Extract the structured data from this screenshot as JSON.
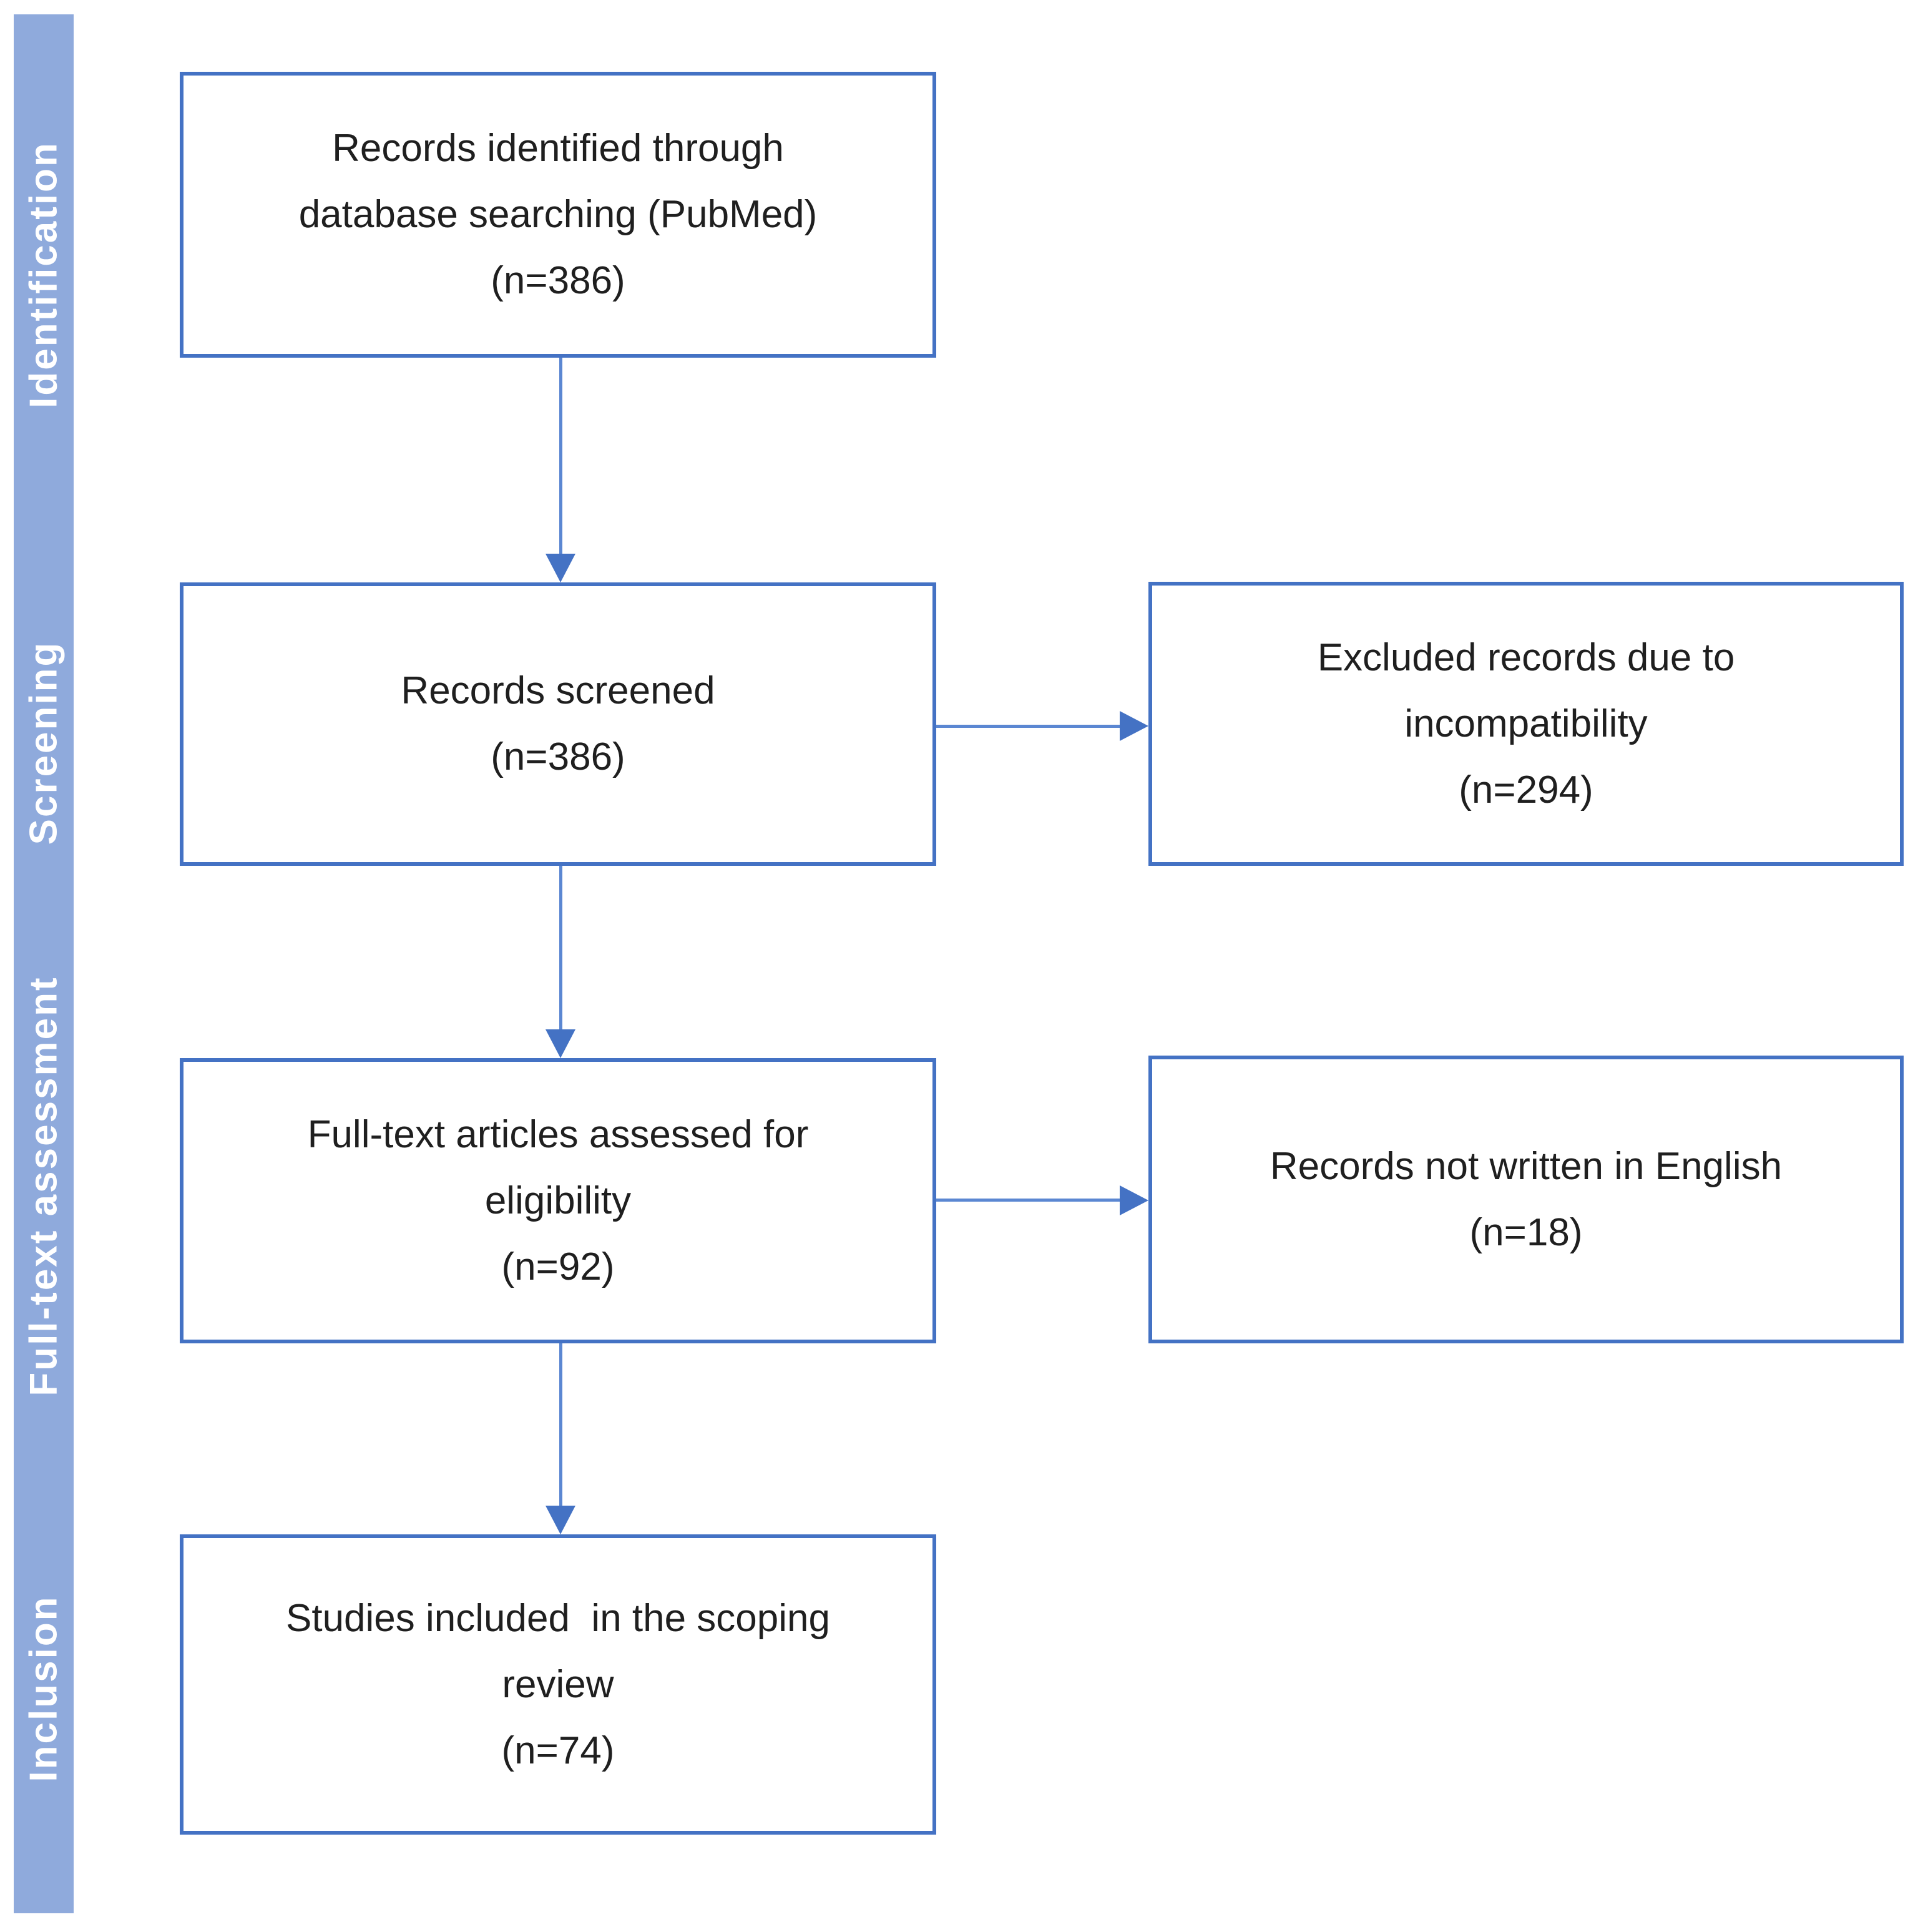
{
  "colors": {
    "accent": "#4472C4",
    "sidebar_fill": "#8FAADC",
    "arrow": "#5B87D2",
    "text": "#1F1F1F",
    "background": "#FFFFFF"
  },
  "sidebar": {
    "stages": [
      {
        "label": "Identification"
      },
      {
        "label": "Screening"
      },
      {
        "label": "Full-text assessment"
      },
      {
        "label": "Inclusion"
      }
    ]
  },
  "flow": {
    "identified": {
      "lines": [
        "Records identified through",
        "database searching (PubMed)",
        "(n=386)"
      ],
      "n": 386
    },
    "screened": {
      "lines": [
        "Records screened",
        "(n=386)"
      ],
      "n": 386
    },
    "excluded": {
      "lines": [
        "Excluded records due to",
        "incompatibility",
        "(n=294)"
      ],
      "n": 294
    },
    "fulltext": {
      "lines": [
        "Full-text articles assessed for",
        "eligibility",
        "(n=92)"
      ],
      "n": 92
    },
    "not_english": {
      "lines": [
        "Records not written in English",
        "(n=18)"
      ],
      "n": 18
    },
    "included": {
      "lines": [
        "Studies included  in the scoping",
        "review",
        "(n=74)"
      ],
      "n": 74
    }
  }
}
